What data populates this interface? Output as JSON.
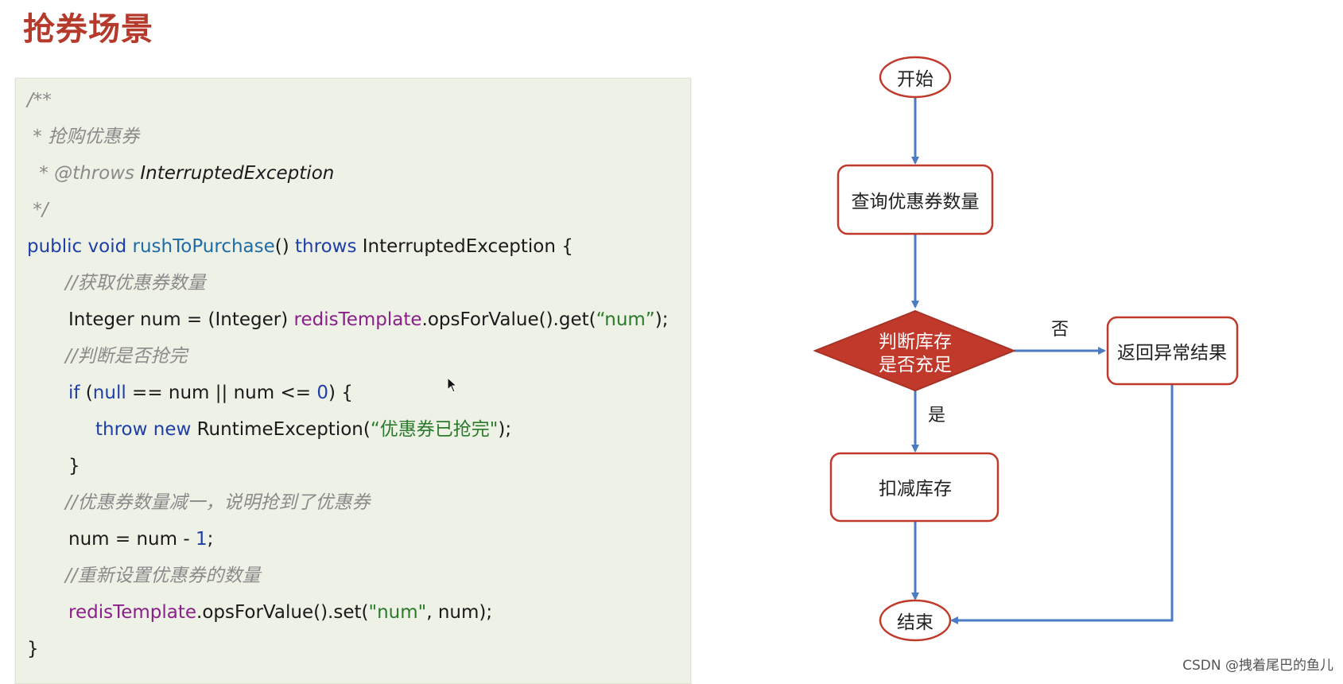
{
  "title": "抢券场景",
  "code": {
    "doc_open": "/**",
    "doc_line1": " * 抢购优惠券",
    "doc_line2_prefix": " * @throws ",
    "doc_line2_type": "InterruptedException",
    "doc_close": " */",
    "sig_public": "public",
    "sig_void": "void",
    "sig_method": "rushToPurchase",
    "sig_parens": "()",
    "sig_throws": "throws",
    "sig_rest": "InterruptedException {",
    "comment1": "//获取优惠券数量",
    "l7_a": "Integer num = (Integer) ",
    "l7_field": "redisTemplate",
    "l7_b": ".opsForValue().get(",
    "l7_str": "“num”",
    "l7_c": ");",
    "comment2": "//判断是否抢完",
    "l9_if": "if",
    "l9_a": " (",
    "l9_null": "null",
    "l9_b": " == num || num <= ",
    "l9_zero": "0",
    "l9_c": ") {",
    "l10_throw": "throw",
    "l10_new": "new",
    "l10_a": " RuntimeException(",
    "l10_str": "“优惠券已抢完\"",
    "l10_b": ");",
    "l11": "}",
    "comment3": "//优惠券数量减一，说明抢到了优惠券",
    "l13_a": "num = num - ",
    "l13_one": "1",
    "l13_b": ";",
    "comment4": "//重新设置优惠券的数量",
    "l15_field": "redisTemplate",
    "l15_a": ".opsForValue().set(",
    "l15_str": "\"num\"",
    "l15_b": ", num);",
    "l16": "}"
  },
  "flowchart": {
    "start": "开始",
    "query": "查询优惠券数量",
    "decision_line1": "判断库存",
    "decision_line2": "是否充足",
    "no_label": "否",
    "yes_label": "是",
    "error": "返回异常结果",
    "deduct": "扣减库存",
    "end": "结束",
    "colors": {
      "node_border": "#c0392b",
      "decision_fill": "#c0392b",
      "arrow": "#4a7bc4"
    }
  },
  "watermark": "CSDN @拽着尾巴的鱼儿"
}
